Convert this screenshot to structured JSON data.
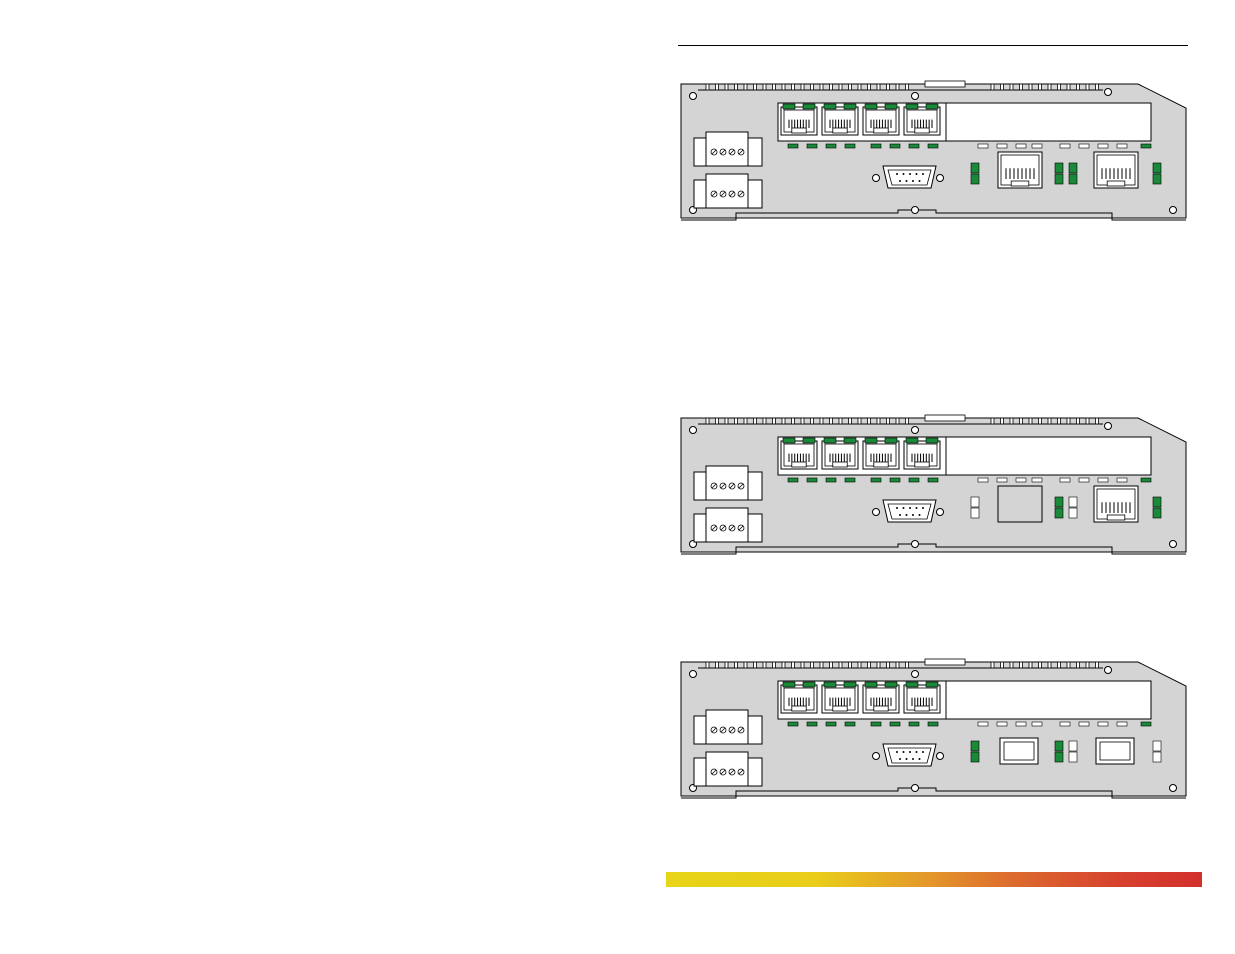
{
  "document": {
    "devices": [
      {
        "variant": "2 x RJ45 uplink",
        "uplink_left": "rj45",
        "uplink_right": "rj45"
      },
      {
        "variant": "1 x fiber module + 1 x RJ45",
        "uplink_left": "blank",
        "uplink_right": "rj45"
      },
      {
        "variant": "2 x SFP uplink",
        "uplink_left": "sfp",
        "uplink_right": "sfp"
      }
    ],
    "colors": {
      "chassis": "#d4d4d4",
      "led": "#1a8a3a",
      "outline": "#000000",
      "footer_gradient": [
        "#e8d418",
        "#e49a2a",
        "#d3302c"
      ]
    }
  }
}
